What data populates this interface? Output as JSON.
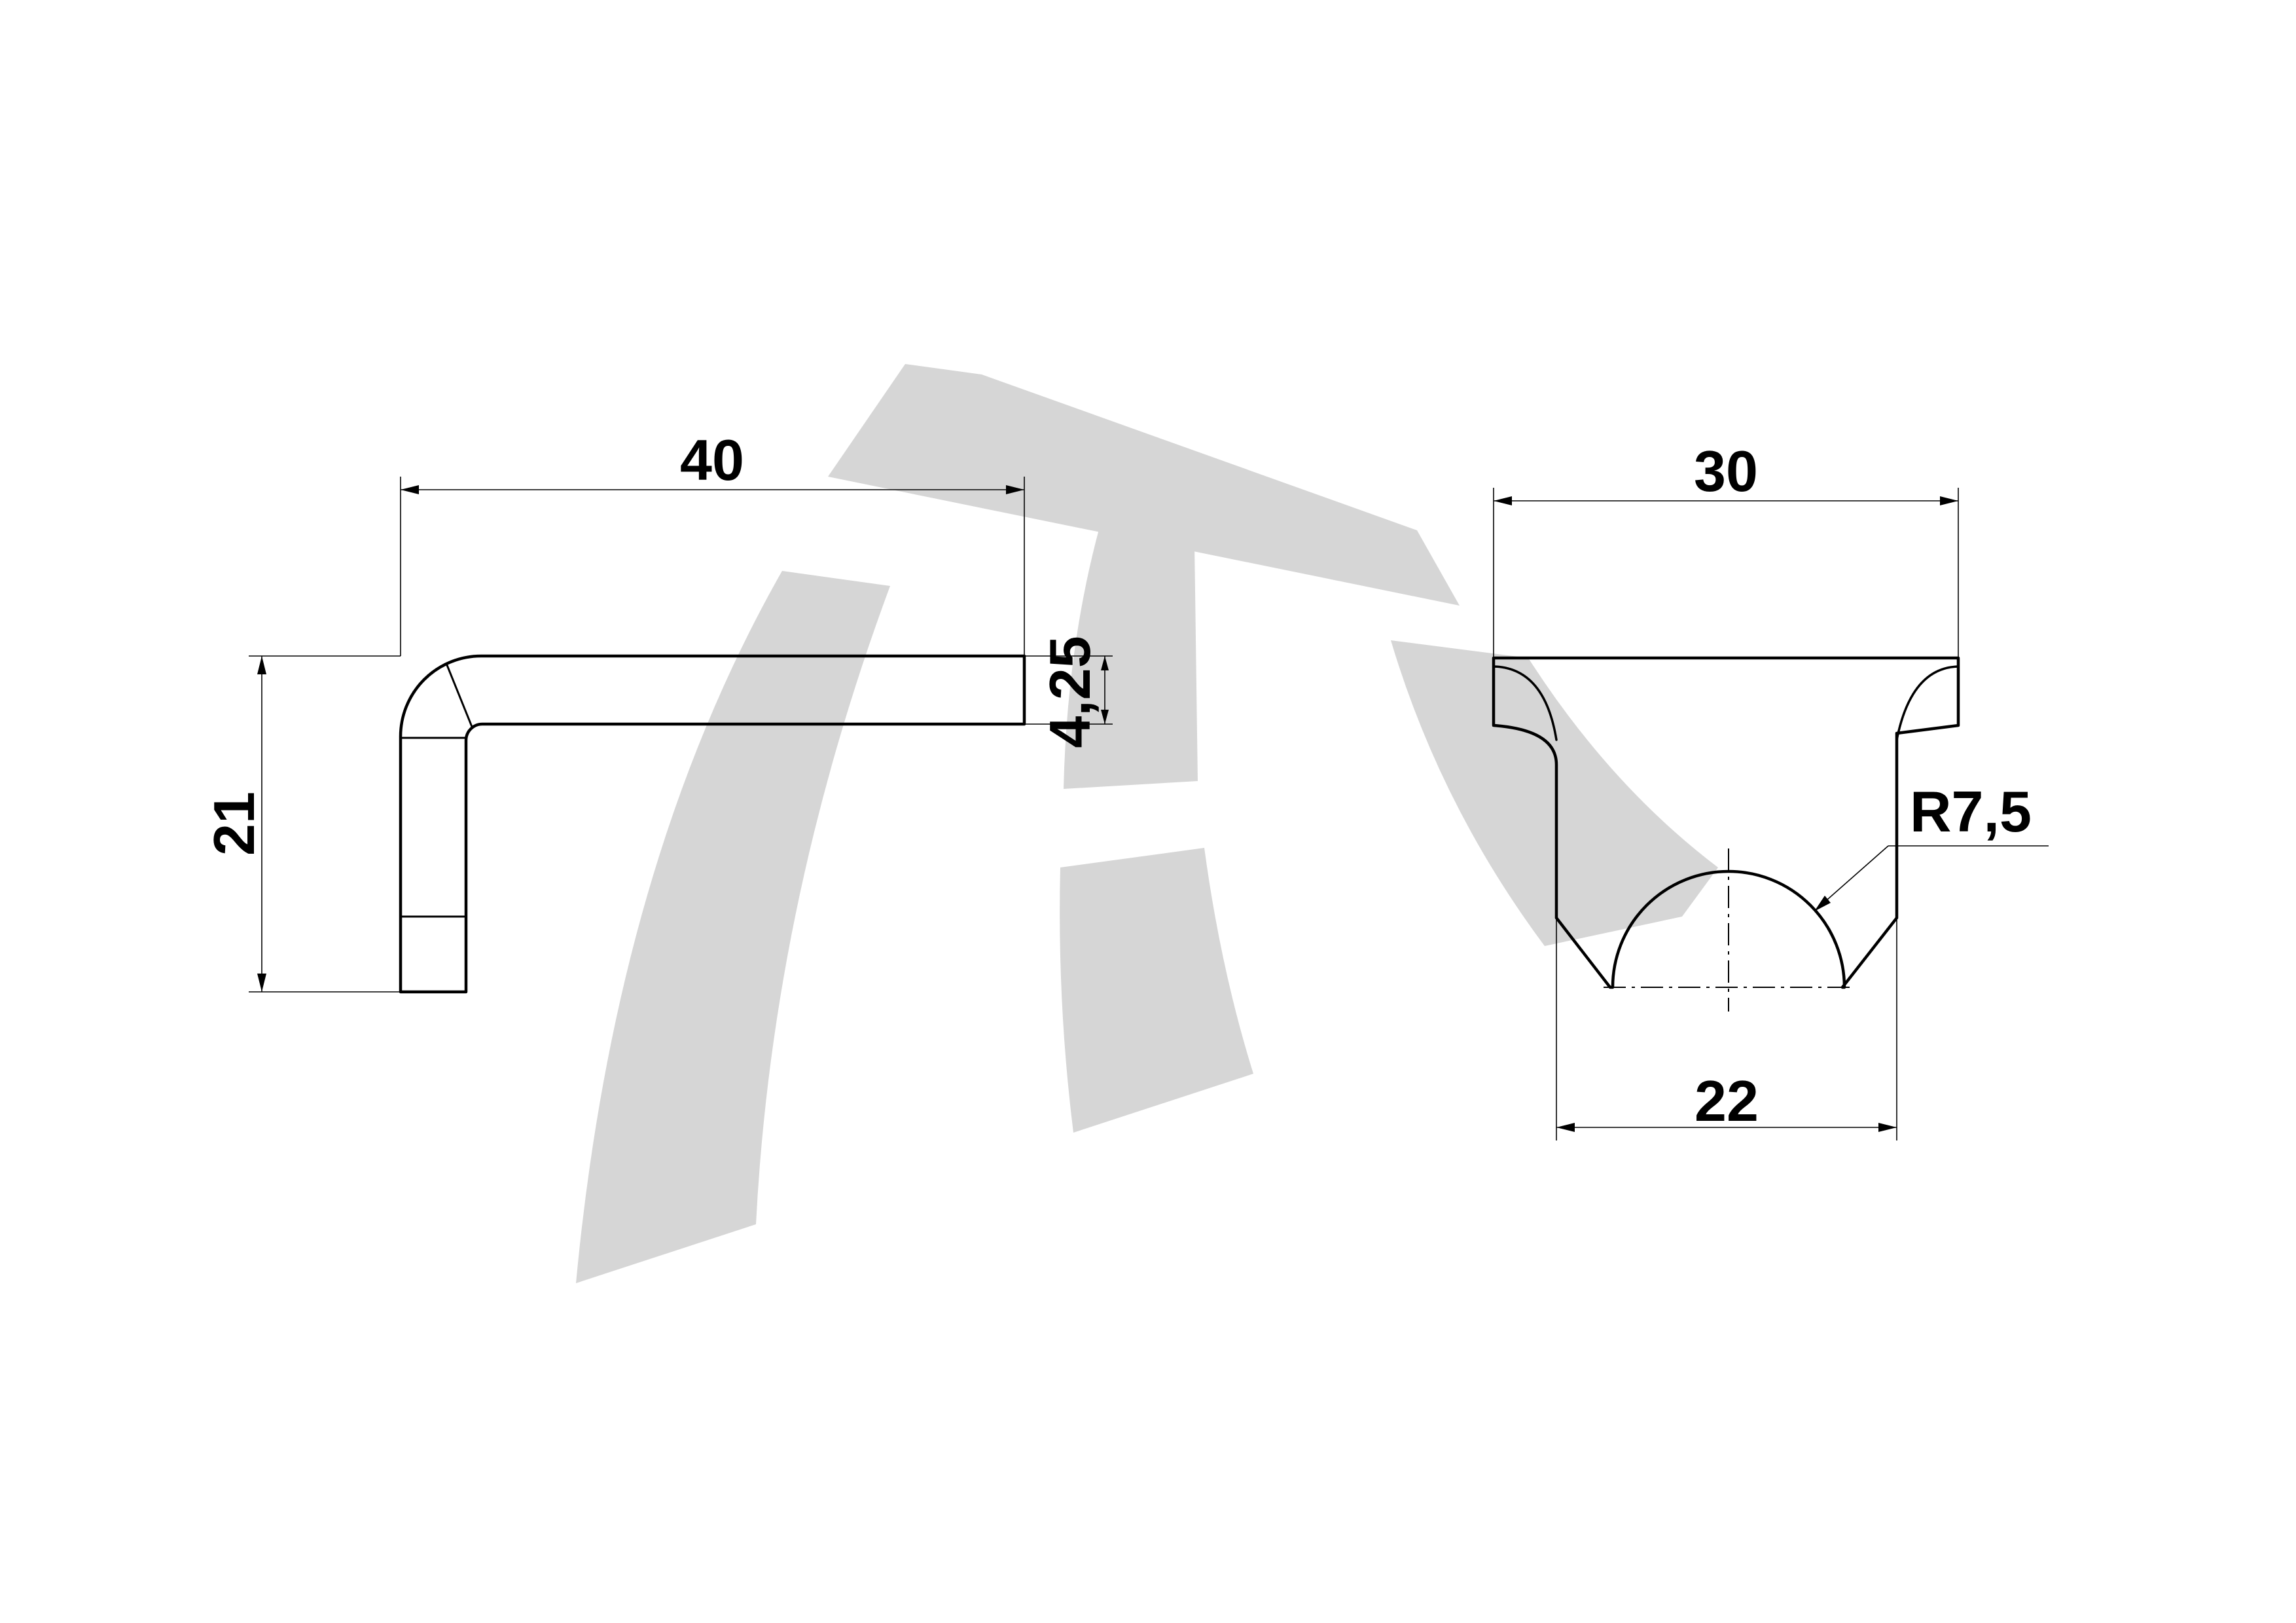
{
  "drawing": {
    "side_view": {
      "length_label": "40",
      "height_label": "21",
      "thickness_label": "4,25"
    },
    "front_view": {
      "top_width_label": "30",
      "bottom_width_label": "22",
      "radius_label": "R7,5"
    },
    "watermark": {
      "shape": "stylized-initials-logo",
      "color": "#d6d6d6"
    },
    "line_color": "#000000"
  }
}
